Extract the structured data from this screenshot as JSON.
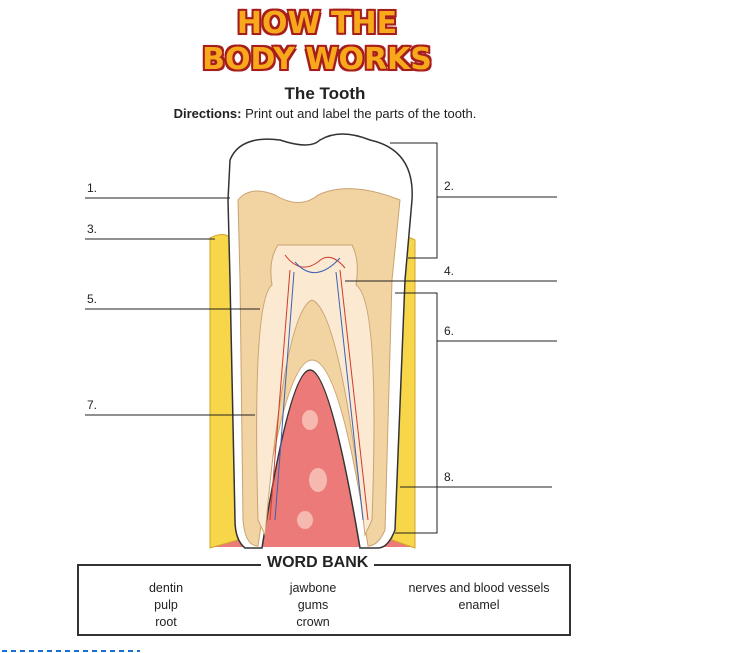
{
  "logo": {
    "line1": "HOW THE",
    "line2": "BODY WORKS"
  },
  "title": "The Tooth",
  "directions": {
    "label": "Directions:",
    "text": " Print out and label the parts of the tooth."
  },
  "labels": [
    "1.",
    "2.",
    "3.",
    "4.",
    "5.",
    "6.",
    "7.",
    "8."
  ],
  "word_bank": {
    "title": "WORD BANK",
    "columns": [
      [
        "dentin",
        "pulp",
        "root"
      ],
      [
        "jawbone",
        "gums",
        "crown"
      ],
      [
        "nerves and blood vessels",
        "enamel"
      ]
    ]
  }
}
